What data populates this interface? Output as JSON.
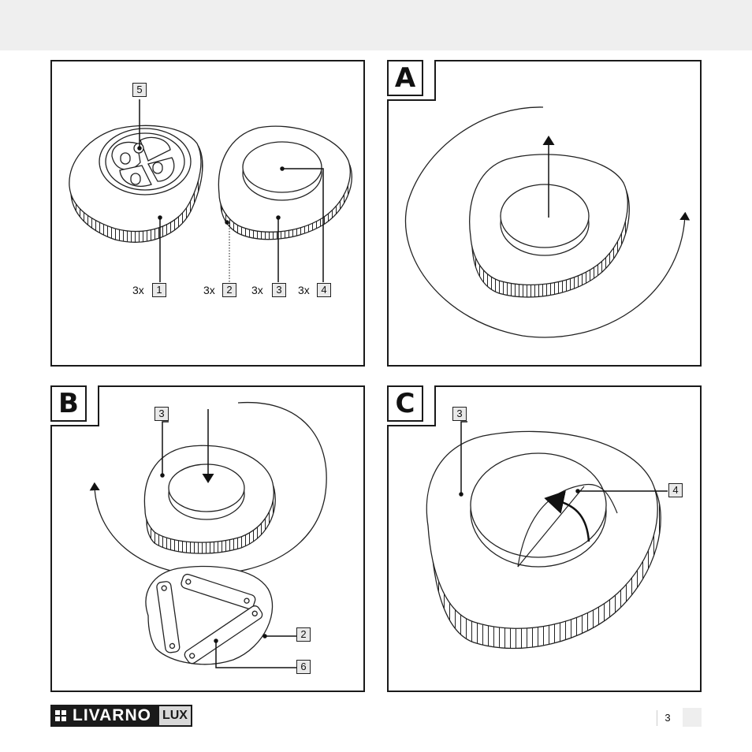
{
  "panels": {
    "overview": {
      "callouts": {
        "c5": "5",
        "c1": "1",
        "c2": "2",
        "c3": "3",
        "c4": "4"
      },
      "quantities": {
        "q1": "3x",
        "q2": "3x",
        "q3": "3x",
        "q4": "3x"
      }
    },
    "a": {
      "label": "A"
    },
    "b": {
      "label": "B",
      "callouts": {
        "c3": "3",
        "c2": "2",
        "c6": "6"
      }
    },
    "c": {
      "label": "C",
      "callouts": {
        "c3": "3",
        "c4": "4"
      }
    }
  },
  "footer": {
    "logo_main": "LIVARNO",
    "logo_sub": "LUX",
    "page_number": "3"
  }
}
